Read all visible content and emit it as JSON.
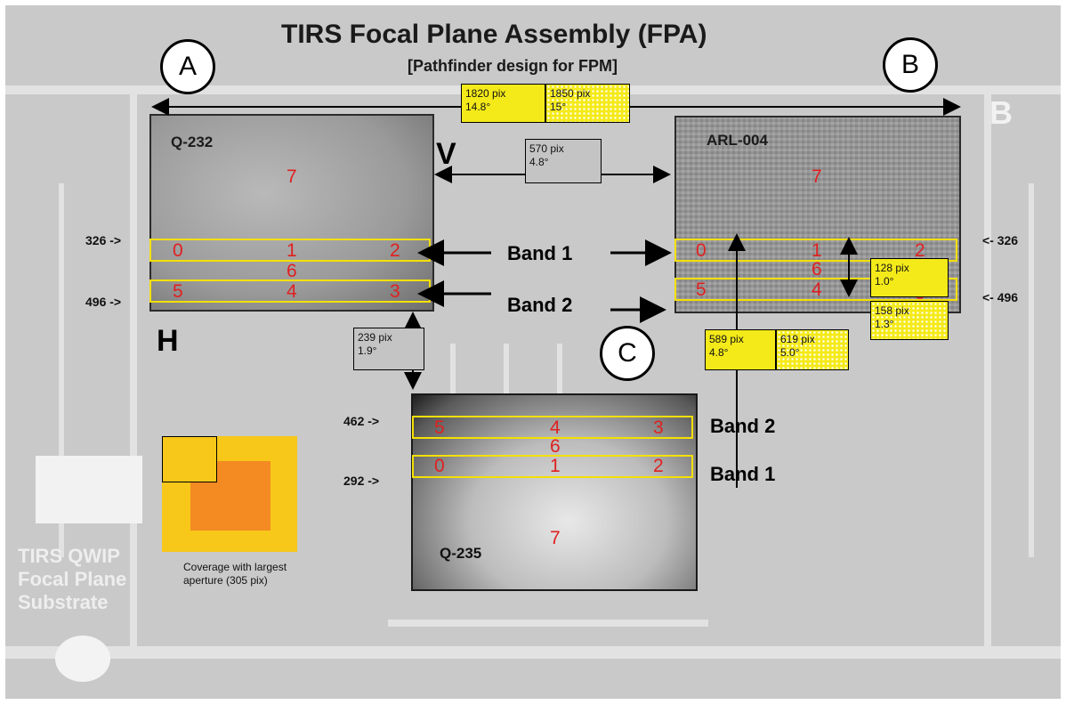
{
  "title": "TIRS Focal Plane Assembly (FPA)",
  "subtitle": "[Pathfinder design for FPM]",
  "sensors": {
    "a": {
      "letter": "A",
      "name": "Q-232"
    },
    "b": {
      "letter": "B",
      "name": "ARL-004"
    },
    "c": {
      "letter": "C",
      "name": "Q-235"
    }
  },
  "channels": {
    "c0": "0",
    "c1": "1",
    "c2": "2",
    "c3": "3",
    "c4": "4",
    "c5": "5",
    "c6": "6",
    "c7": "7"
  },
  "row_labels": {
    "a_top": "326 ->",
    "a_bottom": "496 ->",
    "b_top": "<- 326",
    "b_bottom": "<- 496",
    "c_top": "462 ->",
    "c_bottom": "292 ->"
  },
  "bands": {
    "band1": "Band 1",
    "band2": "Band 2"
  },
  "axes": {
    "v": "V",
    "h": "H"
  },
  "measures": {
    "m1820": {
      "px": "1820 pix",
      "deg": "14.8°"
    },
    "m1850": {
      "px": "1850 pix",
      "deg": "15°"
    },
    "m570": {
      "px": "570 pix",
      "deg": "4.8°"
    },
    "m239": {
      "px": "239 pix",
      "deg": "1.9°"
    },
    "m128": {
      "px": "128 pix",
      "deg": "1.0°"
    },
    "m158": {
      "px": "158 pix",
      "deg": "1.3°"
    },
    "m589": {
      "px": "589 pix",
      "deg": "4.8°"
    },
    "m619": {
      "px": "619 pix",
      "deg": "5.0°"
    }
  },
  "legend": {
    "text": "Coverage with largest aperture (305 pix)"
  },
  "background": {
    "corner_letter": "B",
    "substrate_text": "TIRS QWIP Focal Plane Substrate"
  },
  "colors": {
    "band_outline": "#f4e000",
    "channel_number": "#e02020",
    "yellow_box": "#f4ea1a",
    "legend_orange": "#f38a22",
    "legend_yellow": "#f7c71a"
  }
}
